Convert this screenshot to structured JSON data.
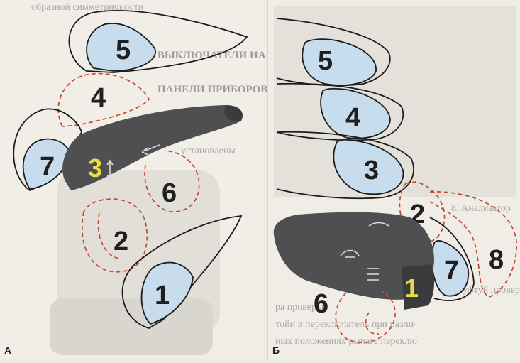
{
  "panel_a": {
    "letter": "А",
    "zones": {
      "z1": "1",
      "z2": "2",
      "z3": "3",
      "z4": "4",
      "z5": "5",
      "z6": "6",
      "z7": "7"
    },
    "background_text": [
      "образной симметричности",
      "ВЫКЛЮЧАТЕЛИ НА",
      "ПАНЕЛИ ПРИБОРОВ",
      "установлены"
    ]
  },
  "panel_b": {
    "letter": "Б",
    "zones": {
      "z1": "1",
      "z2": "2",
      "z3": "3",
      "z4": "4",
      "z5": "5",
      "z6": "6",
      "z7": "7",
      "z8": "8"
    },
    "background_text": [
      "8. Анализатор",
      "Муфтуй проверки",
      "ра проверки",
      "тойн в переключатель при разли-",
      "ных положениях рычага переклю"
    ]
  },
  "colors": {
    "zone_fill": "#c7dcec",
    "zone_outline": "#1c1c1c",
    "dashed_zone": "#c24a30",
    "lever": "#4e4f50",
    "label_highlight": "#e8dc46",
    "paper": "#efece6"
  },
  "icons": [
    "lever-stalk-left",
    "lever-stalk-right",
    "turn-arrow-icon",
    "wiper-icon"
  ]
}
